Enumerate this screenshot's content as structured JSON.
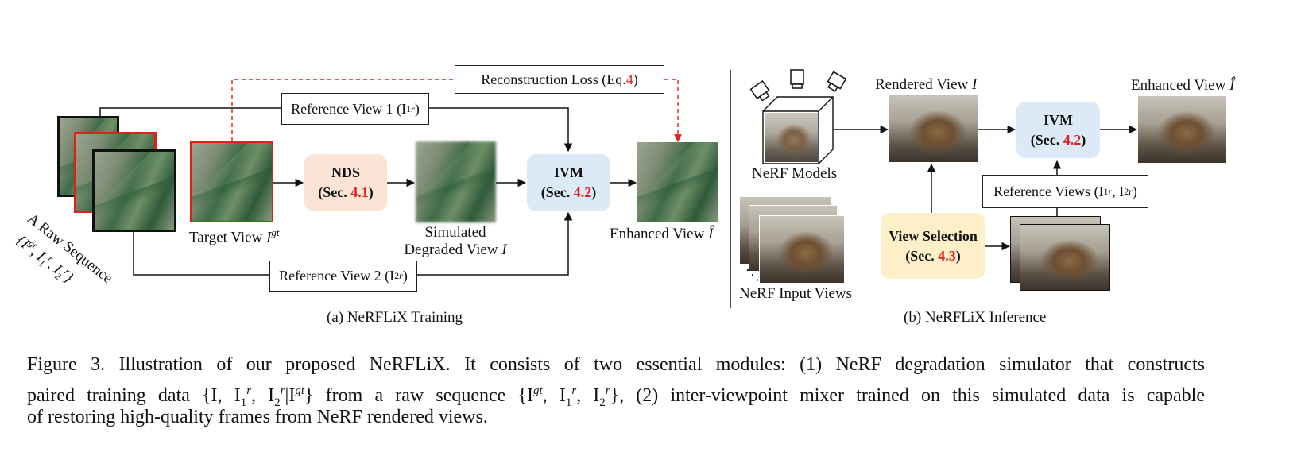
{
  "training": {
    "raw_sequence_label_1": "A Raw Sequence",
    "raw_sequence_label_2": "{I",
    "raw_sequence_label_2_sup": "gt",
    "raw_sequence_label_3": ", I",
    "raw_sequence_label_3_sub": "1",
    "raw_sequence_label_3_sup": "r",
    "raw_sequence_label_4": ", I",
    "raw_sequence_label_4_sub": "2",
    "raw_sequence_label_4_sup": "r",
    "raw_sequence_label_5": "}",
    "target_view": "Target View ",
    "target_view_var": "I",
    "target_view_sup": "gt",
    "nds_title": "NDS",
    "nds_sec_prefix": "(Sec. ",
    "nds_sec_num": "4.1",
    "nds_sec_suffix": ")",
    "simulated_line1": "Simulated",
    "simulated_line2": "Degraded View ",
    "simulated_var": "I",
    "ivm_title": "IVM",
    "ivm_sec_prefix": "(Sec. ",
    "ivm_sec_num": "4.2",
    "ivm_sec_suffix": ")",
    "enhanced_view": "Enhanced View ",
    "enhanced_var": "Î",
    "reconstruction_loss_prefix": "Reconstruction Loss (Eq.",
    "reconstruction_loss_num": "4",
    "reconstruction_loss_suffix": ")",
    "ref_view_1_prefix": "Reference View 1 (I",
    "ref_view_1_sub": "1",
    "ref_view_1_sup": "r",
    "ref_view_1_suffix": ")",
    "ref_view_2_prefix": "Reference View 2 (I",
    "ref_view_2_sub": "2",
    "ref_view_2_sup": "r",
    "ref_view_2_suffix": ")",
    "subcaption": "(a)  NeRFLiX Training"
  },
  "inference": {
    "nerf_models": "NeRF Models",
    "nerf_input_views": "NeRF Input Views",
    "ellipsis": "⋱",
    "rendered_view": "Rendered View ",
    "rendered_var": "I",
    "ivm_title": "IVM",
    "ivm_sec_prefix": "(Sec. ",
    "ivm_sec_num": "4.2",
    "ivm_sec_suffix": ")",
    "enhanced_view": "Enhanced View ",
    "enhanced_var": "Î",
    "reference_views_prefix": "Reference Views (I",
    "reference_views_sub1": "1",
    "reference_views_sup1": "r",
    "reference_views_mid": ", I",
    "reference_views_sub2": "2",
    "reference_views_sup2": "r",
    "reference_views_suffix": ")",
    "view_selection_title": "View Selection",
    "view_selection_sec_prefix": "(Sec. ",
    "view_selection_sec_num": "4.3",
    "view_selection_sec_suffix": ")",
    "subcaption": "(b)  NeRFLiX Inference"
  },
  "caption": {
    "line1": "Figure 3.  Illustration of our proposed NeRFLiX. It consists of two essential modules: (1) NeRF degradation simulator that constructs",
    "line2_a": "paired training data {I, I",
    "line2_a_sub": "1",
    "line2_a_sup": "r",
    "line2_b": ", I",
    "line2_b_sub": "2",
    "line2_b_sup": "r",
    "line2_c": "|I",
    "line2_c_sup": "gt",
    "line2_d": "} from a raw sequence {I",
    "line2_d_sup": "gt",
    "line2_e": ", I",
    "line2_e_sub": "1",
    "line2_e_sup": "r",
    "line2_f": ", I",
    "line2_f_sub": "2",
    "line2_f_sup": "r",
    "line2_g": "}, (2) inter-viewpoint mixer trained on this simulated data is capable",
    "line3": "of restoring high-quality frames from NeRF rendered views."
  },
  "colors": {
    "nds_fill": "#fbe3d6",
    "ivm_fill": "#dceaf7",
    "view_selection_fill": "#fdf0c8",
    "highlight_red": "#e0201b",
    "line": "#111111"
  }
}
